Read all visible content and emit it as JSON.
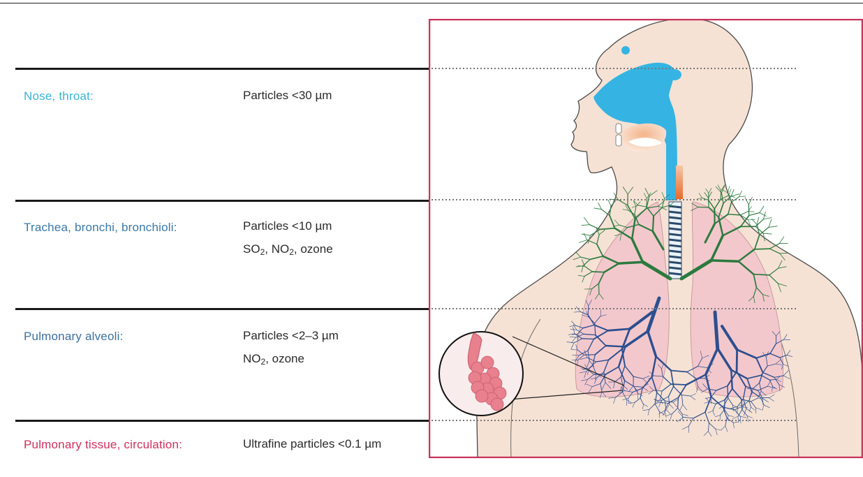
{
  "rows": [
    {
      "region": "Nose, throat:",
      "particles": [
        "Particles <30 µm"
      ],
      "color": "#3ab3d6"
    },
    {
      "region": "Trachea, bronchi, bronchioli:",
      "particles": [
        "Particles <10 µm"
      ],
      "gases": [
        {
          "name": "SO",
          "sub": "2",
          "sep": ", "
        },
        {
          "name": "NO",
          "sub": "2",
          "sep": ", "
        },
        {
          "name": "ozone",
          "sub": "",
          "sep": ""
        }
      ],
      "color": "#3a78a8"
    },
    {
      "region": "Pulmonary alveoli:",
      "particles": [
        "Particles <2–3 µm"
      ],
      "gases": [
        {
          "name": "NO",
          "sub": "2",
          "sep": ", "
        },
        {
          "name": "ozone",
          "sub": "",
          "sep": ""
        }
      ],
      "color": "#3e6f9f"
    },
    {
      "region": "Pulmonary tissue, circulation:",
      "particles": [
        "Ultrafine particles <0.1 µm"
      ],
      "color": "#d02f5c"
    }
  ],
  "colors": {
    "frame": "#c8345c",
    "skin": "#f6e2d4",
    "airway": "#35b4e3",
    "lung": "#f3c8cc",
    "bronchi_green": "#2b7a3e",
    "bronchi_blue": "#2d4f8f",
    "alveoli": "#e8808e"
  }
}
